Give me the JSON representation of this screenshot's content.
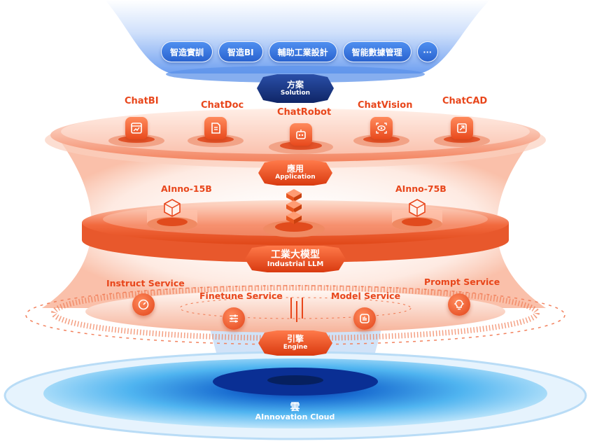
{
  "solution": {
    "pills": [
      "智造實訓",
      "智造BI",
      "輔助工業設計",
      "智能數據管理",
      "···"
    ],
    "badge_cn": "方案",
    "badge_en": "Solution"
  },
  "application": {
    "apps": [
      "ChatBI",
      "ChatDoc",
      "ChatRobot",
      "ChatVision",
      "ChatCAD"
    ],
    "badge_cn": "應用",
    "badge_en": "Application"
  },
  "llm": {
    "models": [
      "AInno-15B",
      "AInno-75B"
    ],
    "badge_cn": "工業大模型",
    "badge_en": "Industrial LLM"
  },
  "engine": {
    "services": [
      "Instruct Service",
      "Finetune Service",
      "Model Service",
      "Prompt Service"
    ],
    "badge_cn": "引擎",
    "badge_en": "Engine"
  },
  "cloud": {
    "cn": "雲",
    "en": "AInnovation Cloud"
  },
  "colors": {
    "orange": "#e8461b",
    "navy": "#16307a",
    "blue": "#2a63cf",
    "cloud_blue": "#1e86d6"
  },
  "icons": {
    "apps": [
      "chart-doc-icon",
      "document-icon",
      "robot-icon",
      "eye-scan-icon",
      "cad-expand-icon"
    ],
    "models": [
      "cube-icon",
      "stacked-cubes-icon",
      "cube-icon"
    ],
    "services": [
      "gauge-icon",
      "sliders-icon",
      "model-chip-icon",
      "lightbulb-icon"
    ]
  }
}
